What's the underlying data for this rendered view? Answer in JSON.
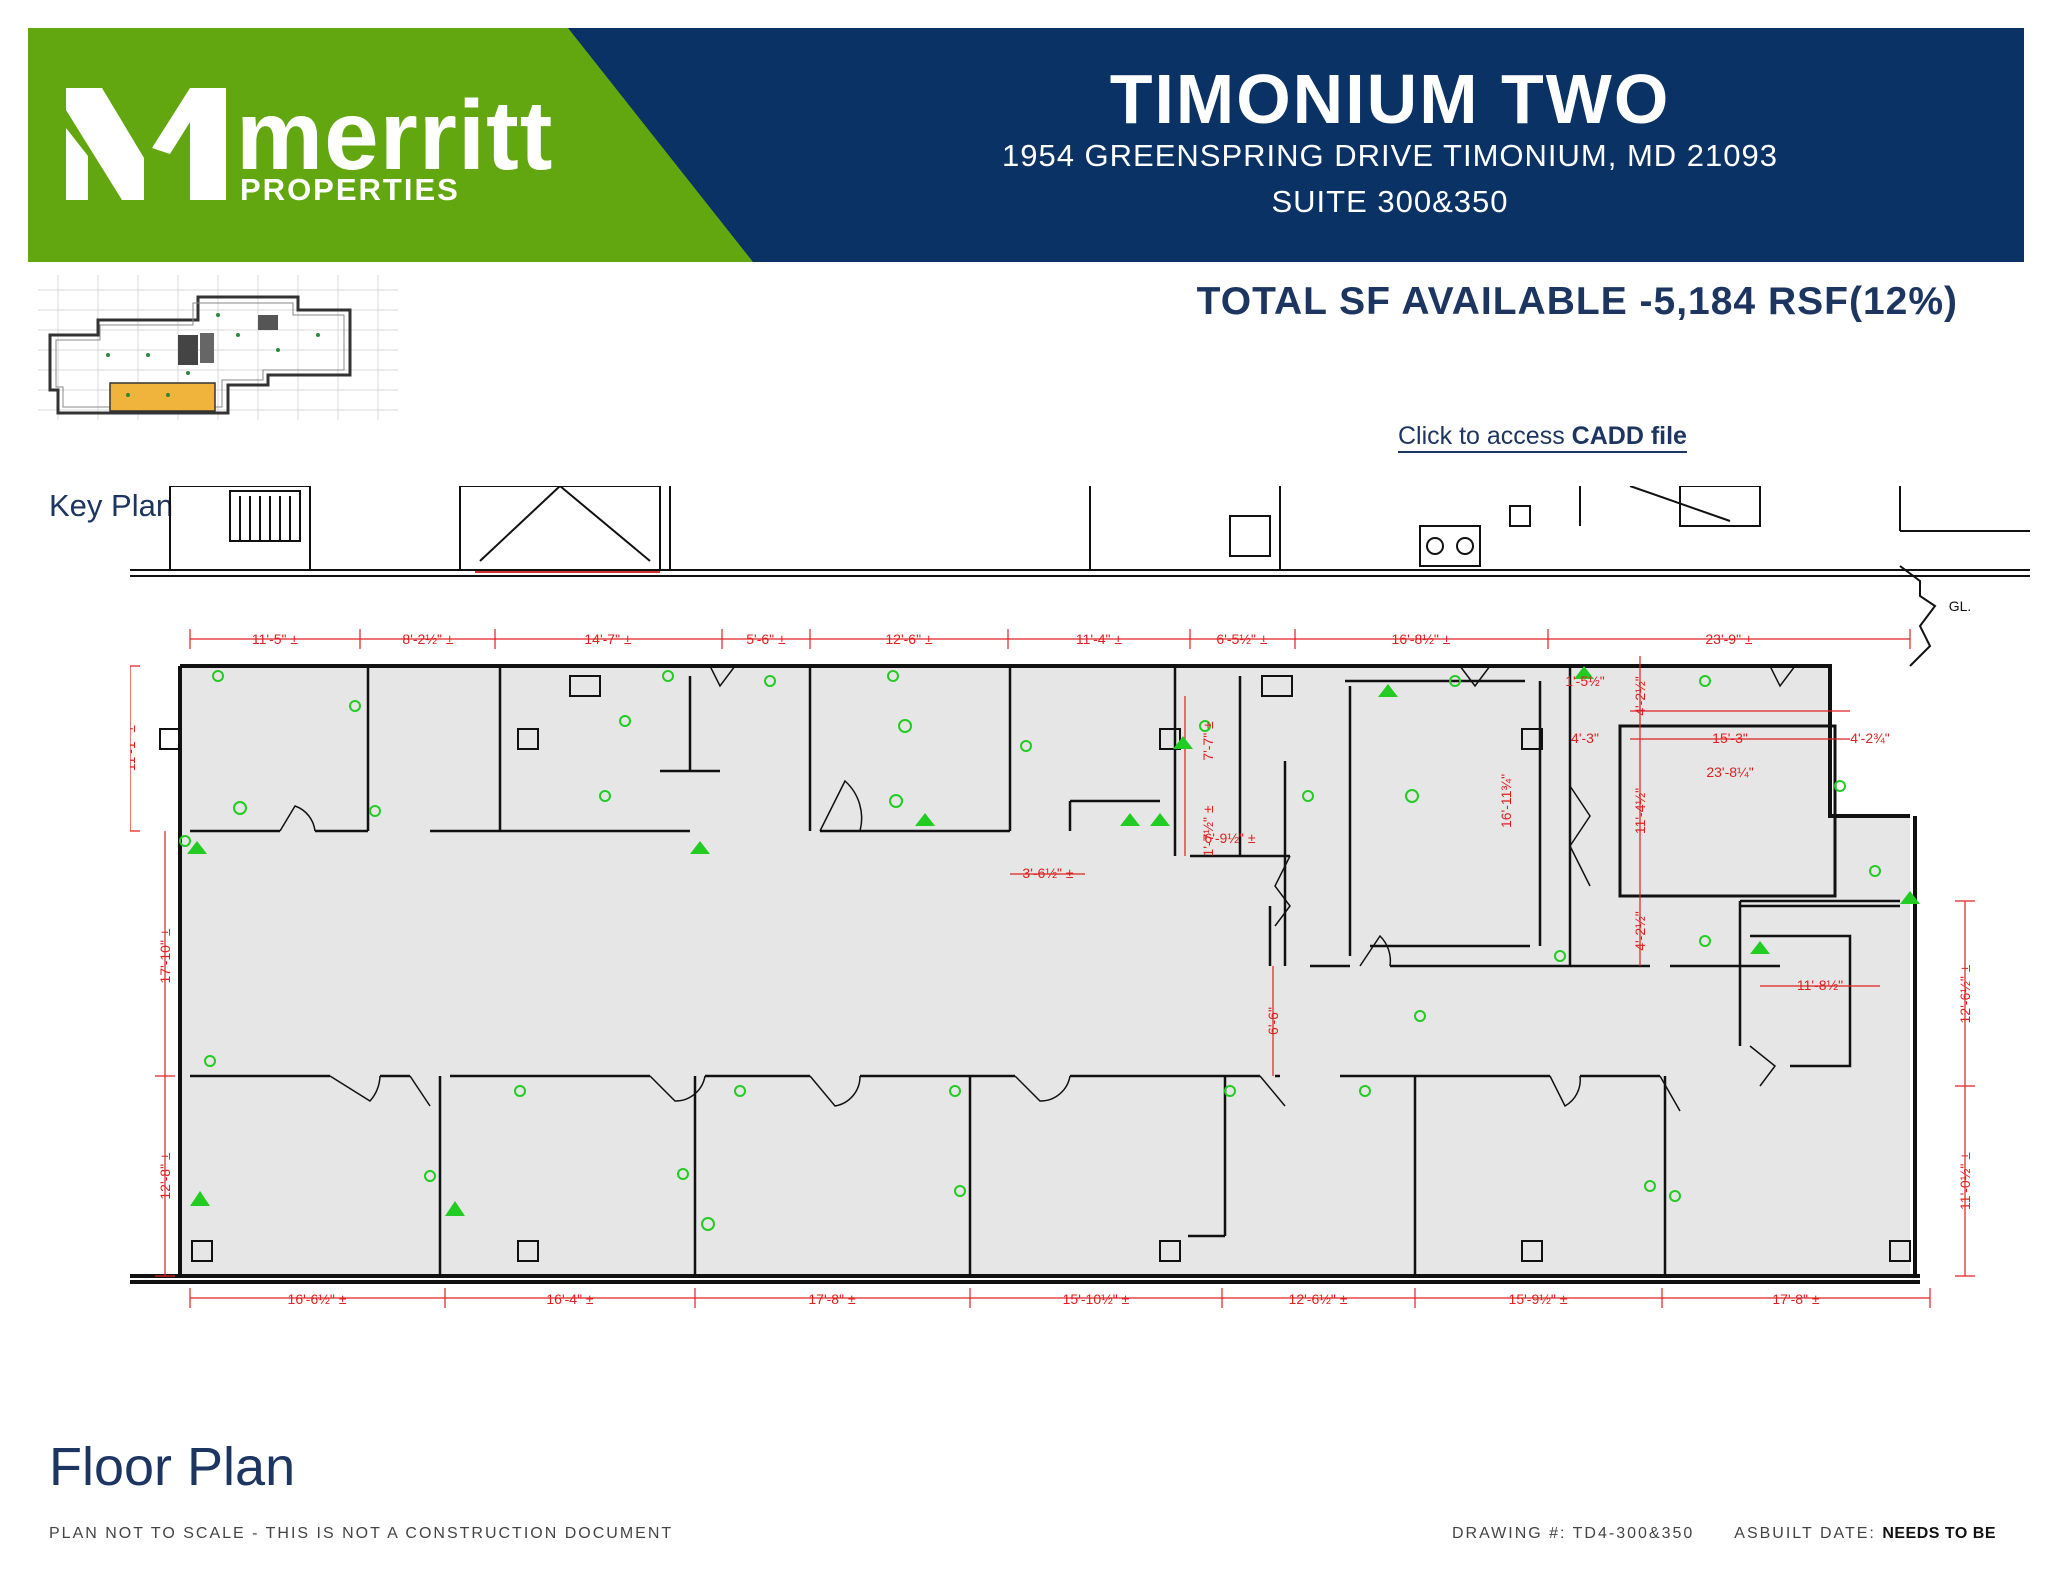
{
  "brand": {
    "name": "merritt",
    "subtitle": "PROPERTIES",
    "green": "#62a70f",
    "navy": "#0a3264"
  },
  "building": {
    "name": "TIMONIUM TWO",
    "address": "1954 GREENSPRING DRIVE  TIMONIUM, MD 21093",
    "suite": "SUITE 300&350"
  },
  "availability": {
    "total_sf": "TOTAL SF AVAILABLE -5,184 RSF(12%)"
  },
  "cadd": {
    "prefix": "Click to access",
    "link_text": "CADD file"
  },
  "key_plan": {
    "label": "Key Plan",
    "highlight_color": "#f0b43c"
  },
  "floor_plan": {
    "title": "Floor Plan",
    "dimension_color": "#e02020",
    "fixture_color": "#22cc22",
    "top_dimensions": [
      "11'-5\" ±",
      "8'-2½\" ±",
      "14'-7\" ±",
      "5'-6\" ±",
      "12'-6\" ±",
      "11'-4\" ±",
      "6'-5½\" ±",
      "16'-8½\" ±",
      "23'-9\" ±"
    ],
    "bottom_dimensions": [
      "16'-6½\" ±",
      "16'-4\" ±",
      "17'-8\" ±",
      "15'-10½\" ±",
      "12'-6½\" ±",
      "15'-9½\" ±",
      "17'-8\" ±"
    ],
    "left_dimensions": [
      "11'-1\" ±",
      "17'-10\" ±",
      "12'-8\" ±"
    ],
    "right_dimensions": [
      "12'-6½\" ±",
      "11'-0½\" ±"
    ],
    "interior_dimensions": [
      "3'-6½\" ±",
      "7'-7\" ±",
      "1'-7½\" ±",
      "6'-9½\" ±",
      "16'-11¾\"",
      "4'-2½\"",
      "1'-5½\"",
      "4'-3\"",
      "15'-3\"",
      "4'-2¾\"",
      "23'-8¼\"",
      "11'-4½\"",
      "4'-2½\"",
      "11'-8½\"",
      "6'-6\""
    ],
    "corner_label": "GL."
  },
  "footer": {
    "disclaimer": "PLAN NOT TO SCALE - THIS IS NOT A CONSTRUCTION DOCUMENT",
    "drawing_label": "DRAWING #: TD4-300&350",
    "asbuilt_label": "ASBUILT DATE:",
    "asbuilt_value": "NEEDS TO BE"
  }
}
